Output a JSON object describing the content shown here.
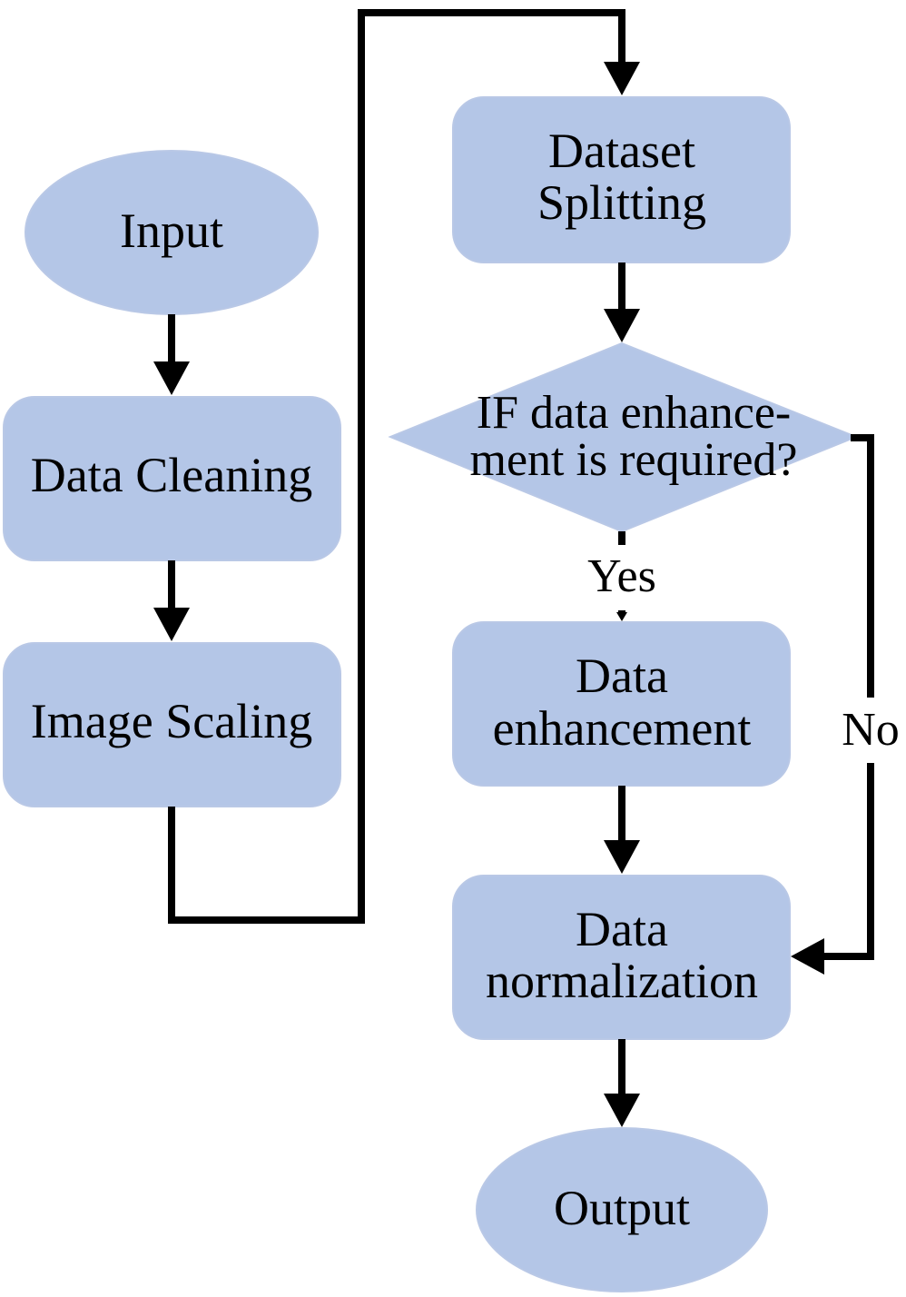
{
  "diagram": {
    "colors": {
      "node_fill": "#b4c6e7",
      "node_border": "#b9c8e6",
      "edge": "#000000",
      "text": "#000000",
      "background": "#ffffff"
    },
    "nodes": {
      "input": {
        "label": "Input",
        "shape": "ellipse"
      },
      "data_cleaning": {
        "label": "Data Cleaning",
        "shape": "rounded-rect"
      },
      "image_scaling": {
        "label": "Image Scaling",
        "shape": "rounded-rect"
      },
      "dataset_splitting": {
        "lines": [
          "Dataset",
          "Splitting"
        ],
        "shape": "rounded-rect"
      },
      "decision": {
        "lines": [
          "IF data enhance-",
          "ment is required?"
        ],
        "shape": "diamond"
      },
      "data_enhancement": {
        "lines": [
          "Data",
          "enhancement"
        ],
        "shape": "rounded-rect"
      },
      "data_normalization": {
        "lines": [
          "Data",
          "normalization"
        ],
        "shape": "rounded-rect"
      },
      "output": {
        "label": "Output",
        "shape": "ellipse"
      }
    },
    "edge_labels": {
      "yes": "Yes",
      "no": "No"
    },
    "edges": [
      {
        "from": "input",
        "to": "data_cleaning"
      },
      {
        "from": "data_cleaning",
        "to": "image_scaling"
      },
      {
        "from": "image_scaling",
        "to": "dataset_splitting"
      },
      {
        "from": "dataset_splitting",
        "to": "decision"
      },
      {
        "from": "decision",
        "to": "data_enhancement",
        "label": "Yes"
      },
      {
        "from": "decision",
        "to": "data_normalization",
        "label": "No"
      },
      {
        "from": "data_enhancement",
        "to": "data_normalization"
      },
      {
        "from": "data_normalization",
        "to": "output"
      }
    ]
  }
}
